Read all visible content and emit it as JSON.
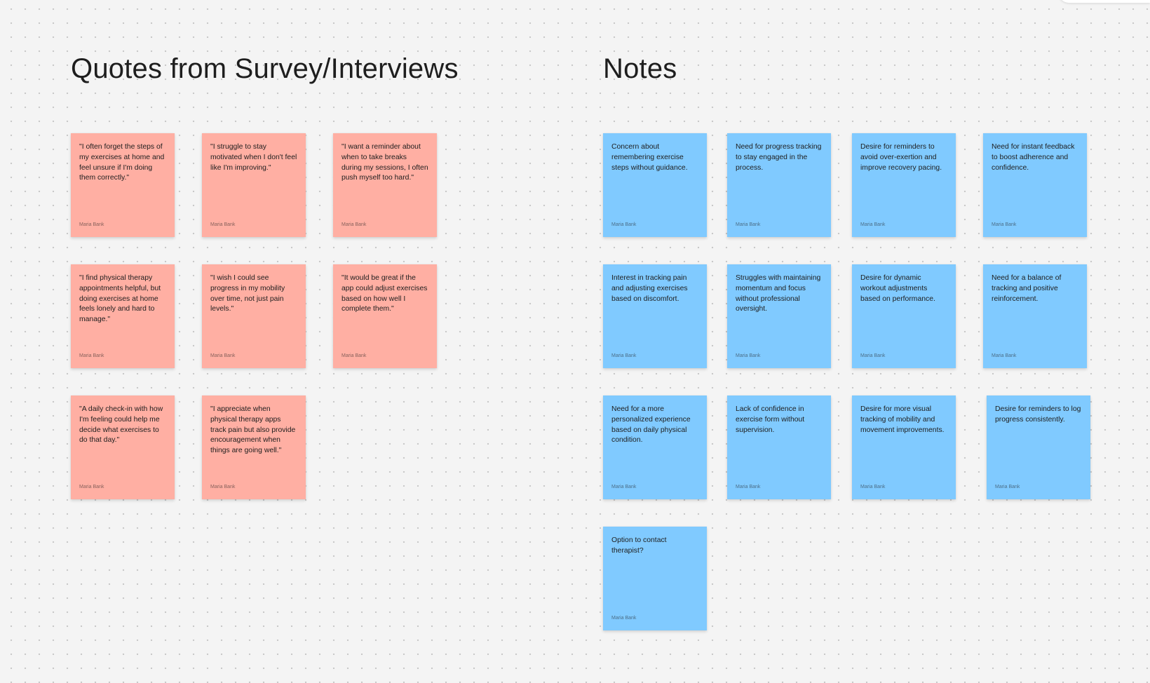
{
  "sections": {
    "quotes_title": "Quotes from Survey/Interviews",
    "notes_title": "Notes"
  },
  "colors": {
    "quote_sticky": "#ffafa3",
    "note_sticky": "#80caff",
    "canvas": "#f4f4f4"
  },
  "quotes": [
    {
      "text": "\"I often forget the steps of my exercises at home and feel unsure if I'm doing them correctly.\"",
      "author": "Maria Bank"
    },
    {
      "text": "\"I struggle to stay motivated when I don't feel like I'm improving.\"",
      "author": "Maria Bank"
    },
    {
      "text": "\"I want a reminder about when to take breaks during my sessions, I often push myself too hard.\"",
      "author": "Maria Bank"
    },
    {
      "text": "\"I find physical therapy appointments helpful, but doing exercises at home feels lonely and hard to manage.\"",
      "author": "Maria Bank"
    },
    {
      "text": "\"I wish I could see progress in my mobility over time, not just pain levels.\"",
      "author": "Maria Bank"
    },
    {
      "text": "\"It would be great if the app could adjust exercises based on how well I complete them.\"",
      "author": "Maria Bank"
    },
    {
      "text": "\"A daily check-in with how I'm feeling could help me decide what exercises to do that day.\"",
      "author": "Maria Bank"
    },
    {
      "text": "\"I appreciate when physical therapy apps track pain but also provide encouragement when things are going well.\"",
      "author": "Maria Bank"
    }
  ],
  "notes": [
    {
      "text": "Concern about remembering exercise steps without guidance.",
      "author": "Maria Bank"
    },
    {
      "text": "Need for progress tracking to stay engaged in the process.",
      "author": "Maria Bank"
    },
    {
      "text": "Desire for reminders to avoid over-exertion and improve recovery pacing.",
      "author": "Maria Bank"
    },
    {
      "text": "Need for instant feedback to boost adherence and confidence.",
      "author": "Maria Bank"
    },
    {
      "text": "Interest in tracking pain and adjusting exercises based on discomfort.",
      "author": "Maria Bank"
    },
    {
      "text": "Struggles with maintaining momentum and focus without professional oversight.",
      "author": "Maria Bank"
    },
    {
      "text": "Desire for dynamic workout adjustments based on performance.",
      "author": "Maria Bank"
    },
    {
      "text": "Need for a balance of tracking and positive reinforcement.",
      "author": "Maria Bank"
    },
    {
      "text": "Need for a more personalized experience based on daily physical condition.",
      "author": "Maria Bank"
    },
    {
      "text": "Lack of confidence in exercise form without supervision.",
      "author": "Maria Bank"
    },
    {
      "text": "Desire for more visual tracking of mobility and movement improvements.",
      "author": "Maria Bank"
    },
    {
      "text": "Desire for reminders to log progress consistently.",
      "author": "Maria Bank"
    },
    {
      "text": "Option to contact therapist?",
      "author": "Maria Bank"
    }
  ]
}
